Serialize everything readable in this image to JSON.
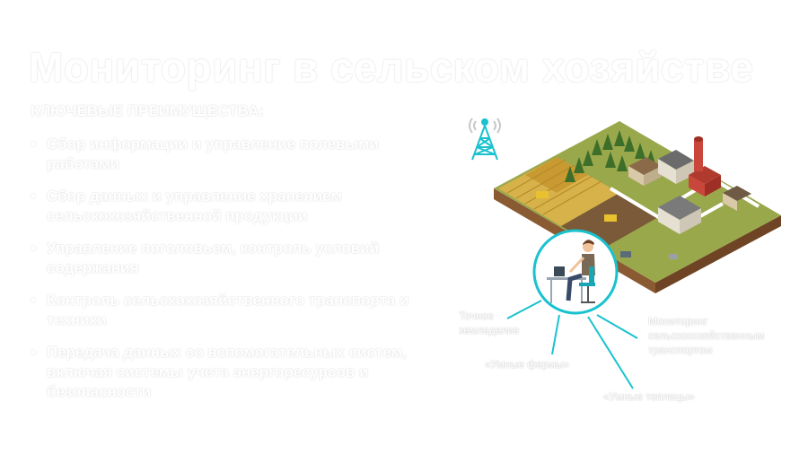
{
  "slide": {
    "title": "Мониторинг в сельском хозяйстве",
    "subtitle": "КЛЮЧЕВЫЕ ПРЕИМУЩЕСТВА:",
    "bullet_glyph": "•",
    "benefits": [
      "Сбор информации и управление полевыми работами",
      "Сбор данных и управление хранением сельскохозяйственной продукции",
      "Управление поголовьем, контроль условий содержания",
      "Контроль сельскохозяйственного транспорта и техники",
      "Передача данных со вспомогательных систем, включая системы учета энергоресурсов и безопасности"
    ]
  },
  "illustration": {
    "accent_color": "#19c2cf",
    "icons": [
      "radio-tower-icon",
      "farm-landscape-icon",
      "person-at-computer-icon"
    ],
    "callouts": [
      {
        "line1": "Точное",
        "line2": "земледелие"
      },
      {
        "line1": "«Умные фермы»"
      },
      {
        "line1": "Мониторинг",
        "line2": "сельскохозяйственным",
        "line3": "транспортом"
      },
      {
        "line1": "«Умные теплицы»"
      }
    ]
  }
}
